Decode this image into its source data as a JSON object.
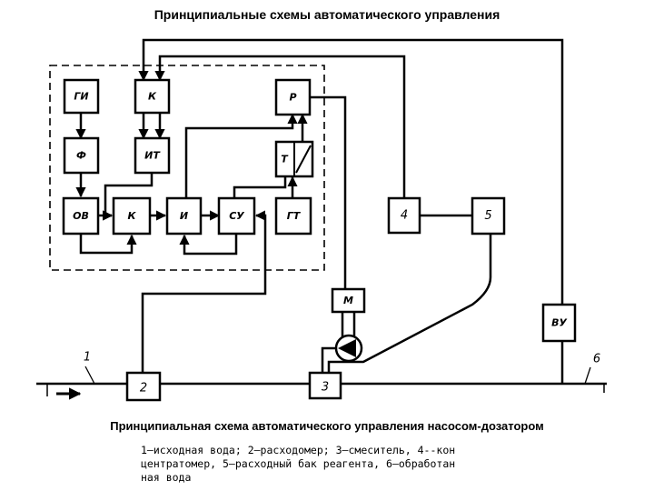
{
  "title": "Принципиальные схемы автоматического управления",
  "caption": "Принципиальная схема автоматического управления насосом-дозатором",
  "blocks": {
    "gi": "ГИ",
    "k_top": "К",
    "r": "Р",
    "f": "Ф",
    "it": "ИТ",
    "t": "Т",
    "ov": "ОВ",
    "k_mid": "К",
    "i": "И",
    "su": "СУ",
    "gt": "ГТ",
    "b4": "4",
    "b5": "5",
    "m": "М",
    "vu": "ВУ",
    "b2": "2",
    "b3": "3"
  },
  "pipe_labels": {
    "p1": "1",
    "p6": "6"
  },
  "legend": [
    "1—исходная вода; 2—расходомер; 3—смеситель, 4--кон",
    "центратомер, 5—расходный бак реагента, 6—обработан",
    "ная вода"
  ]
}
